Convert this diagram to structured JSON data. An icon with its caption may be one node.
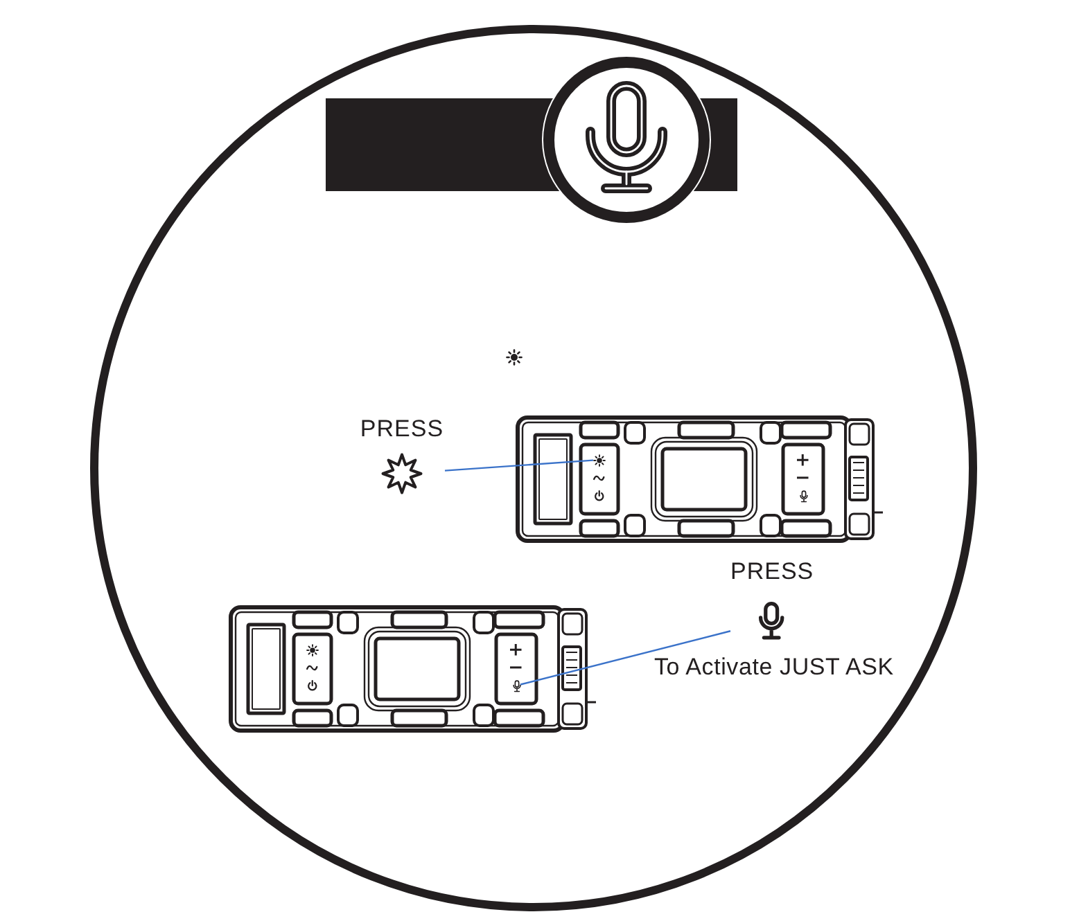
{
  "diagram": {
    "nodes": [
      {
        "text": [],
        "shape": "bar"
      },
      {
        "text": [
          "PRESS"
        ]
      },
      {
        "text": [],
        "shape": "picture"
      },
      {
        "text": [
          "PRESS"
        ],
        "beside": [
          "To Activate JUST ASK"
        ]
      },
      {
        "text": [],
        "shape": "picture"
      }
    ],
    "edges": [
      {
        "from": 1,
        "to": 2,
        "arrow": "none"
      },
      {
        "from": 3,
        "to": 4,
        "arrow": "none"
      }
    ]
  }
}
